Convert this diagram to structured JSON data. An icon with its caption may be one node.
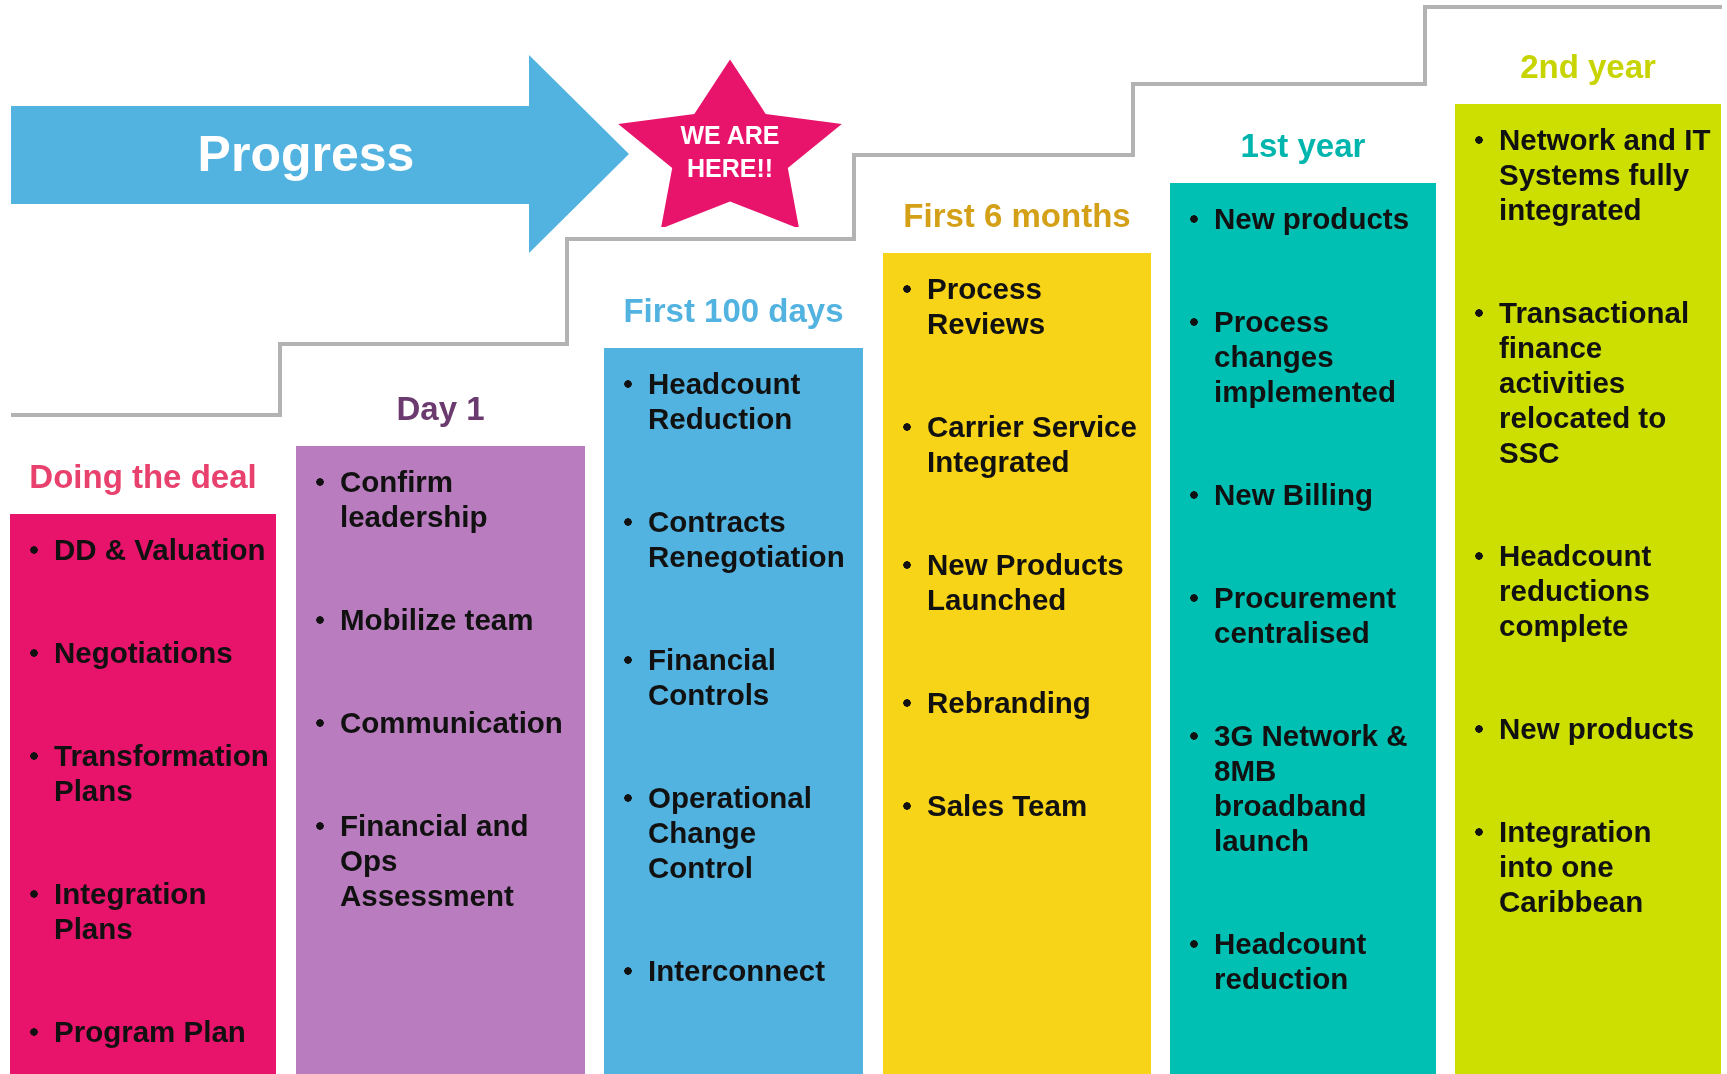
{
  "diagram": {
    "nodes": [
      {
        "text": [
          "Progress"
        ]
      },
      {
        "text": [
          "WE ARE HERE!!"
        ]
      },
      {
        "text": [
          "Doing the deal",
          "DD & Valuation",
          "Negotiations",
          "Transformation Plans",
          "Integration Plans",
          "Program Plan"
        ]
      },
      {
        "text": [
          "Day 1",
          "Confirm leadership",
          "Mobilize team",
          "Communication",
          "Financial and Ops Assessment"
        ]
      },
      {
        "text": [
          "First 100 days",
          "Headcount Reduction",
          "Contracts Renegotiation",
          "Financial Controls",
          "Operational Change Control",
          "Interconnect"
        ]
      },
      {
        "text": [
          "First 6 months",
          "Process Reviews",
          "Carrier Service Integrated",
          "New Products Launched",
          "Rebranding",
          "Sales Team"
        ]
      },
      {
        "text": [
          "1st year",
          "New products",
          "Process changes implemented",
          "New Billing",
          "Procurement centralised",
          "3G Network & 8MB broadband launch",
          "Headcount reduction"
        ]
      },
      {
        "text": [
          "2nd year",
          "Network and IT Systems fully integrated",
          "Transactional finance activities relocated to SSC",
          "Headcount reductions complete",
          "New products",
          "Integration into one Caribbean"
        ]
      }
    ]
  }
}
